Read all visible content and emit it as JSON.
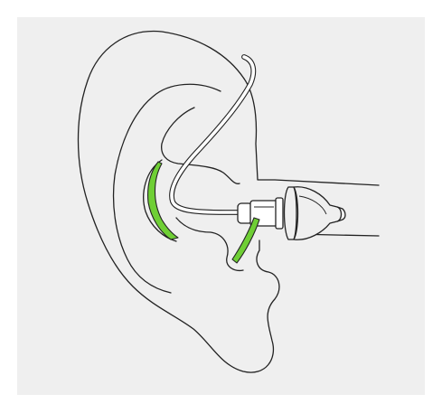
{
  "image": {
    "background_color": "#efefef",
    "outer_background_color": "#ffffff",
    "stroke_color": "#222222",
    "ear_fill_color": "#efefef",
    "highlight_color": "#6fcf35",
    "dome_fill_color": "#efefef",
    "tube_fill_color": "#ffffff",
    "parts": {
      "ear": "ear-outline",
      "tube": "hearing-aid-tube",
      "retention_line": "retention-line",
      "receiver": "receiver",
      "dome": "dome-tip"
    }
  }
}
